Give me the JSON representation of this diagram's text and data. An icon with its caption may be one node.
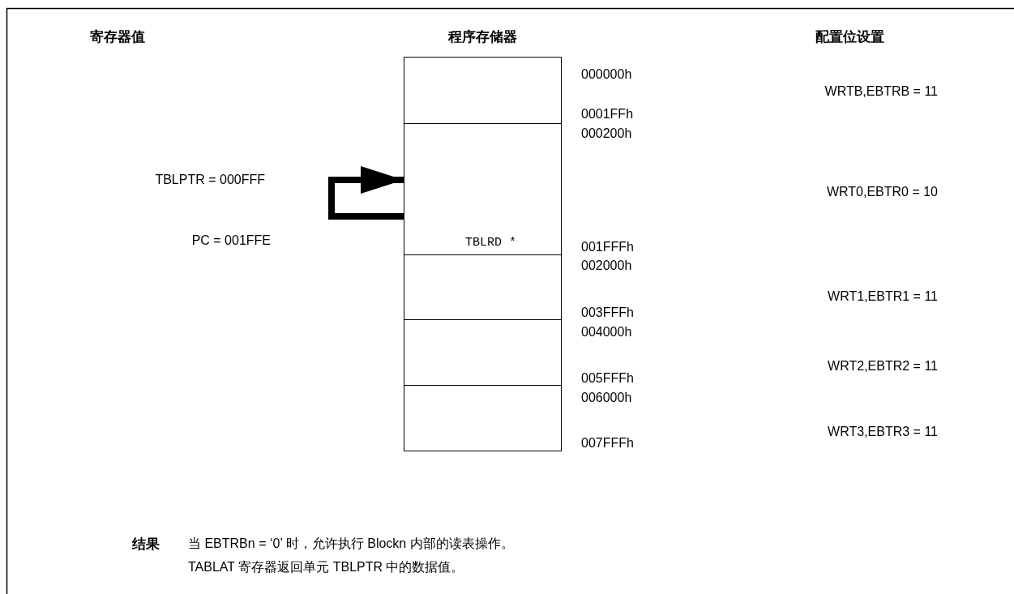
{
  "diagram": {
    "nodes": [
      {
        "text": [],
        "shape": "box"
      },
      {
        "text": [
          "TBLRD *"
        ]
      },
      {
        "text": [],
        "shape": "box"
      },
      {
        "text": [],
        "shape": "box"
      },
      {
        "text": [],
        "shape": "box"
      }
    ],
    "edges": [
      {
        "from": 1,
        "to": 1,
        "arrow": "to"
      }
    ],
    "labels": [
      "寄存器值",
      "程序存储器",
      "配置位设置",
      "000000h",
      "WRTB,EBTRB = 11",
      "0001FFh",
      "000200h",
      "TBLPTR = 000FFF",
      "WRT0,EBTR0 = 10",
      "PC = 001FFE",
      "001FFFh",
      "002000h",
      "WRT1,EBTR1 = 11",
      "003FFFh",
      "004000h",
      "WRT2,EBTR2 = 11",
      "005FFFh",
      "006000h",
      "WRT3,EBTR3 = 11",
      "007FFFh",
      "结果",
      "当 EBTRBn = ‘0’ 时，允许执行 Blockn 内部的读表操作。",
      "TABLAT 寄存器返回单元 TBLPTR 中的数据值。"
    ]
  }
}
